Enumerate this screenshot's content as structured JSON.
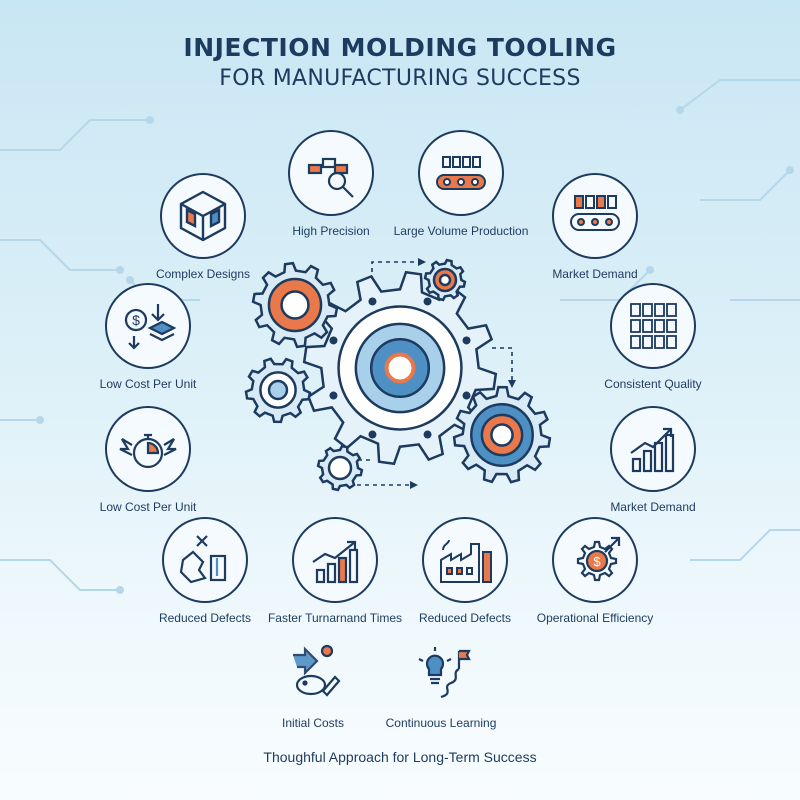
{
  "header": {
    "title_line1": "INJECTION MOLDING TOOLING",
    "title_line2": "FOR MANUFACTURING SUCCESS"
  },
  "nodes": [
    {
      "label": "High Precision",
      "icon": "magnifier-parts-icon"
    },
    {
      "label": "Large Volume Production",
      "icon": "conveyor-icon"
    },
    {
      "label": "Complex Designs",
      "icon": "cube-icon"
    },
    {
      "label": "Market Demand",
      "icon": "conveyor-crates-icon"
    },
    {
      "label": "Low Cost Per Unit",
      "icon": "dollar-stack-icon"
    },
    {
      "label": "Consistent Quality",
      "icon": "boxes-grid-icon"
    },
    {
      "label": "Low Cost Per Unit",
      "icon": "winged-stopwatch-icon"
    },
    {
      "label": "Market Demand",
      "icon": "growth-chart-icon"
    },
    {
      "label": "Reduced Defects",
      "icon": "broken-part-icon"
    },
    {
      "label": "Faster Turnarnand Times",
      "icon": "trend-up-chart-icon"
    },
    {
      "label": "Reduced Defects",
      "icon": "factory-icon"
    },
    {
      "label": "Operational Efficiency",
      "icon": "gear-dollar-icon"
    },
    {
      "label": "Initial Costs",
      "icon": "piggy-bank-icon"
    },
    {
      "label": "Continuous Learning",
      "icon": "lightbulb-path-icon"
    }
  ],
  "footer": {
    "tagline": "Thoughful Approach for Long-Term Success"
  },
  "colors": {
    "navy": "#1d3a5f",
    "blue": "#4e8fc4",
    "light_blue": "#a9d0ea",
    "orange": "#e9794b",
    "circle_fill": "#f4fafd"
  }
}
